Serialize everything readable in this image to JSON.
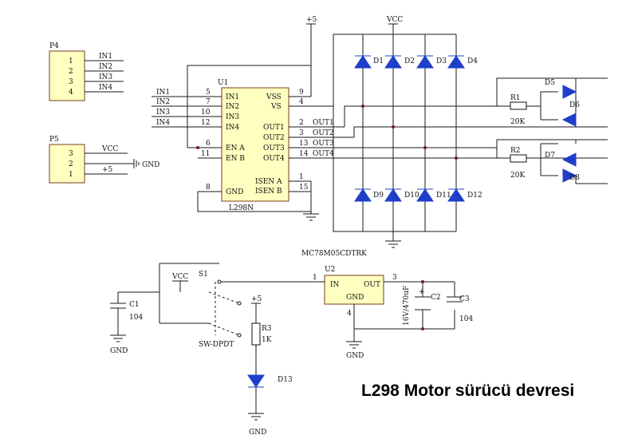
{
  "caption": "L298 Motor sürücü devresi",
  "connectors": {
    "p4": {
      "ref": "P4",
      "pins": [
        "1",
        "2",
        "3",
        "4"
      ],
      "nets": [
        "IN1",
        "IN2",
        "IN3",
        "IN4"
      ]
    },
    "p5": {
      "ref": "P5",
      "pins": [
        "3",
        "2",
        "1"
      ],
      "nets": [
        "VCC",
        "GND",
        "+5"
      ]
    }
  },
  "u1": {
    "ref": "U1",
    "part": "L298N",
    "left_pins": [
      {
        "num": "5",
        "name": "IN1",
        "net": "IN1"
      },
      {
        "num": "7",
        "name": "IN2",
        "net": "IN2"
      },
      {
        "num": "10",
        "name": "IN3",
        "net": "IN3"
      },
      {
        "num": "12",
        "name": "IN4",
        "net": "IN4"
      },
      {
        "num": "6",
        "name": "EN A",
        "net": ""
      },
      {
        "num": "11",
        "name": "EN B",
        "net": ""
      },
      {
        "num": "8",
        "name": "GND",
        "net": ""
      }
    ],
    "right_pins": [
      {
        "num": "9",
        "name": "VSS",
        "net": ""
      },
      {
        "num": "4",
        "name": "VS",
        "net": ""
      },
      {
        "num": "2",
        "name": "OUT1",
        "net": "OUT1"
      },
      {
        "num": "3",
        "name": "OUT2",
        "net": "OUT2"
      },
      {
        "num": "13",
        "name": "OUT3",
        "net": "OUT3"
      },
      {
        "num": "14",
        "name": "OUT4",
        "net": "OUT4"
      },
      {
        "num": "1",
        "name": "ISEN A",
        "net": ""
      },
      {
        "num": "15",
        "name": "ISEN B",
        "net": ""
      }
    ]
  },
  "u2": {
    "ref": "U2",
    "part": "MC78M05CDTRK",
    "pins": {
      "in": "1",
      "out": "3",
      "gnd": "4"
    },
    "labels": {
      "in": "IN",
      "out": "OUT",
      "gnd": "GND"
    }
  },
  "power": {
    "plus5": "+5",
    "vcc": "VCC",
    "gnd": "GND"
  },
  "diodes": {
    "bridge_top": [
      "D1",
      "D2",
      "D3",
      "D4"
    ],
    "bridge_bottom": [
      "D9",
      "D10",
      "D11",
      "D12"
    ],
    "led_a": [
      "D5",
      "D6"
    ],
    "led_b": [
      "D7",
      "D8"
    ],
    "power_led": "D13"
  },
  "resistors": [
    {
      "ref": "R1",
      "value": "20K"
    },
    {
      "ref": "R2",
      "value": "20K"
    },
    {
      "ref": "R3",
      "value": "1K"
    }
  ],
  "capacitors": [
    {
      "ref": "C1",
      "value": "104"
    },
    {
      "ref": "C2",
      "value": "16V/470uF"
    },
    {
      "ref": "C3",
      "value": "104"
    }
  ],
  "switch": {
    "ref": "S1",
    "type": "SW-DPDT"
  },
  "misc": {
    "plus_sign": "+"
  }
}
